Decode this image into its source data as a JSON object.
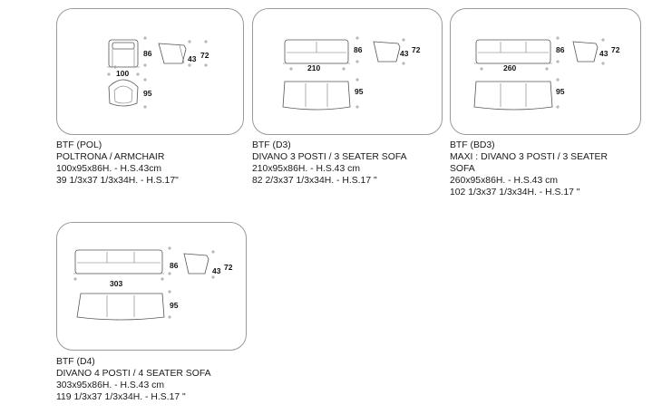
{
  "products": [
    {
      "code": "BTF (POL)",
      "name": "POLTRONA / ARMCHAIR",
      "dims_cm": "100x95x86H. - H.S.43cm",
      "dims_in": "39 1/3x37 1/3x34H. - H.S.17\"",
      "dimensions": {
        "width": "100",
        "depth": "95",
        "height": "86",
        "seat": "43",
        "total": "72"
      }
    },
    {
      "code": "BTF (D3)",
      "name": "DIVANO 3 POSTI / 3 SEATER SOFA",
      "dims_cm": "210x95x86H. - H.S.43 cm",
      "dims_in": "82 2/3x37 1/3x34H. - H.S.17 \"",
      "dimensions": {
        "width": "210",
        "depth": "95",
        "height": "86",
        "seat": "43",
        "total": "72"
      }
    },
    {
      "code": "BTF (BD3)",
      "name_line1": "MAXI : DIVANO 3 POSTI / 3 SEATER",
      "name_line2": "SOFA",
      "dims_cm": "260x95x86H. - H.S.43 cm",
      "dims_in": "102 1/3x37 1/3x34H. - H.S.17 \"",
      "dimensions": {
        "width": "260",
        "depth": "95",
        "height": "86",
        "seat": "43",
        "total": "72"
      }
    },
    {
      "code": "BTF (D4)",
      "name": "DIVANO 4 POSTI / 4 SEATER SOFA",
      "dims_cm": "303x95x86H. - H.S.43 cm",
      "dims_in": "119 1/3x37 1/3x34H. - H.S.17 \"",
      "dimensions": {
        "width": "303",
        "depth": "95",
        "height": "86",
        "seat": "43",
        "total": "72"
      }
    }
  ]
}
